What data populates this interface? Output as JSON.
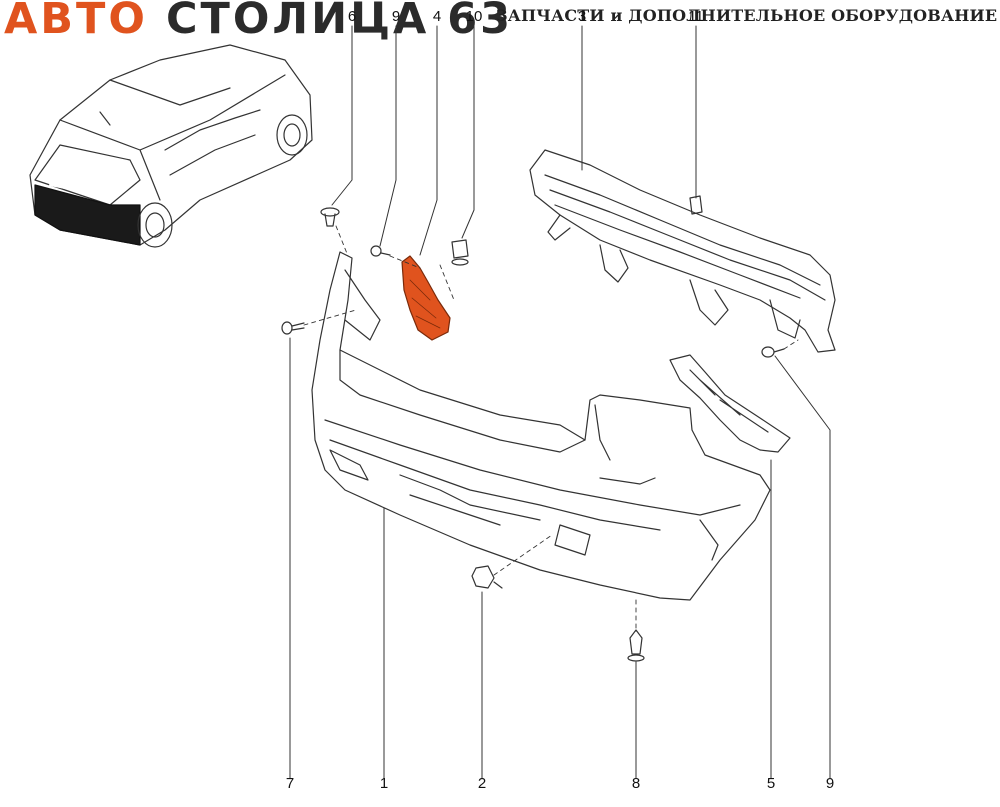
{
  "header": {
    "brand_part1": "АВТО",
    "brand_part2": "СТОЛИЦА 63",
    "tagline": "ЗАПЧАСТИ и ДОПОЛНИТЕЛЬНОЕ ОБОРУДОВАНИЕ"
  },
  "callouts": {
    "top": [
      "6",
      "9",
      "4",
      "10",
      "3",
      "11"
    ],
    "bottom": [
      "7",
      "1",
      "2",
      "8",
      "5",
      "9"
    ]
  },
  "colors": {
    "brand_orange": "#e0531e",
    "highlight_part": "#e0531e",
    "line": "#333333"
  }
}
